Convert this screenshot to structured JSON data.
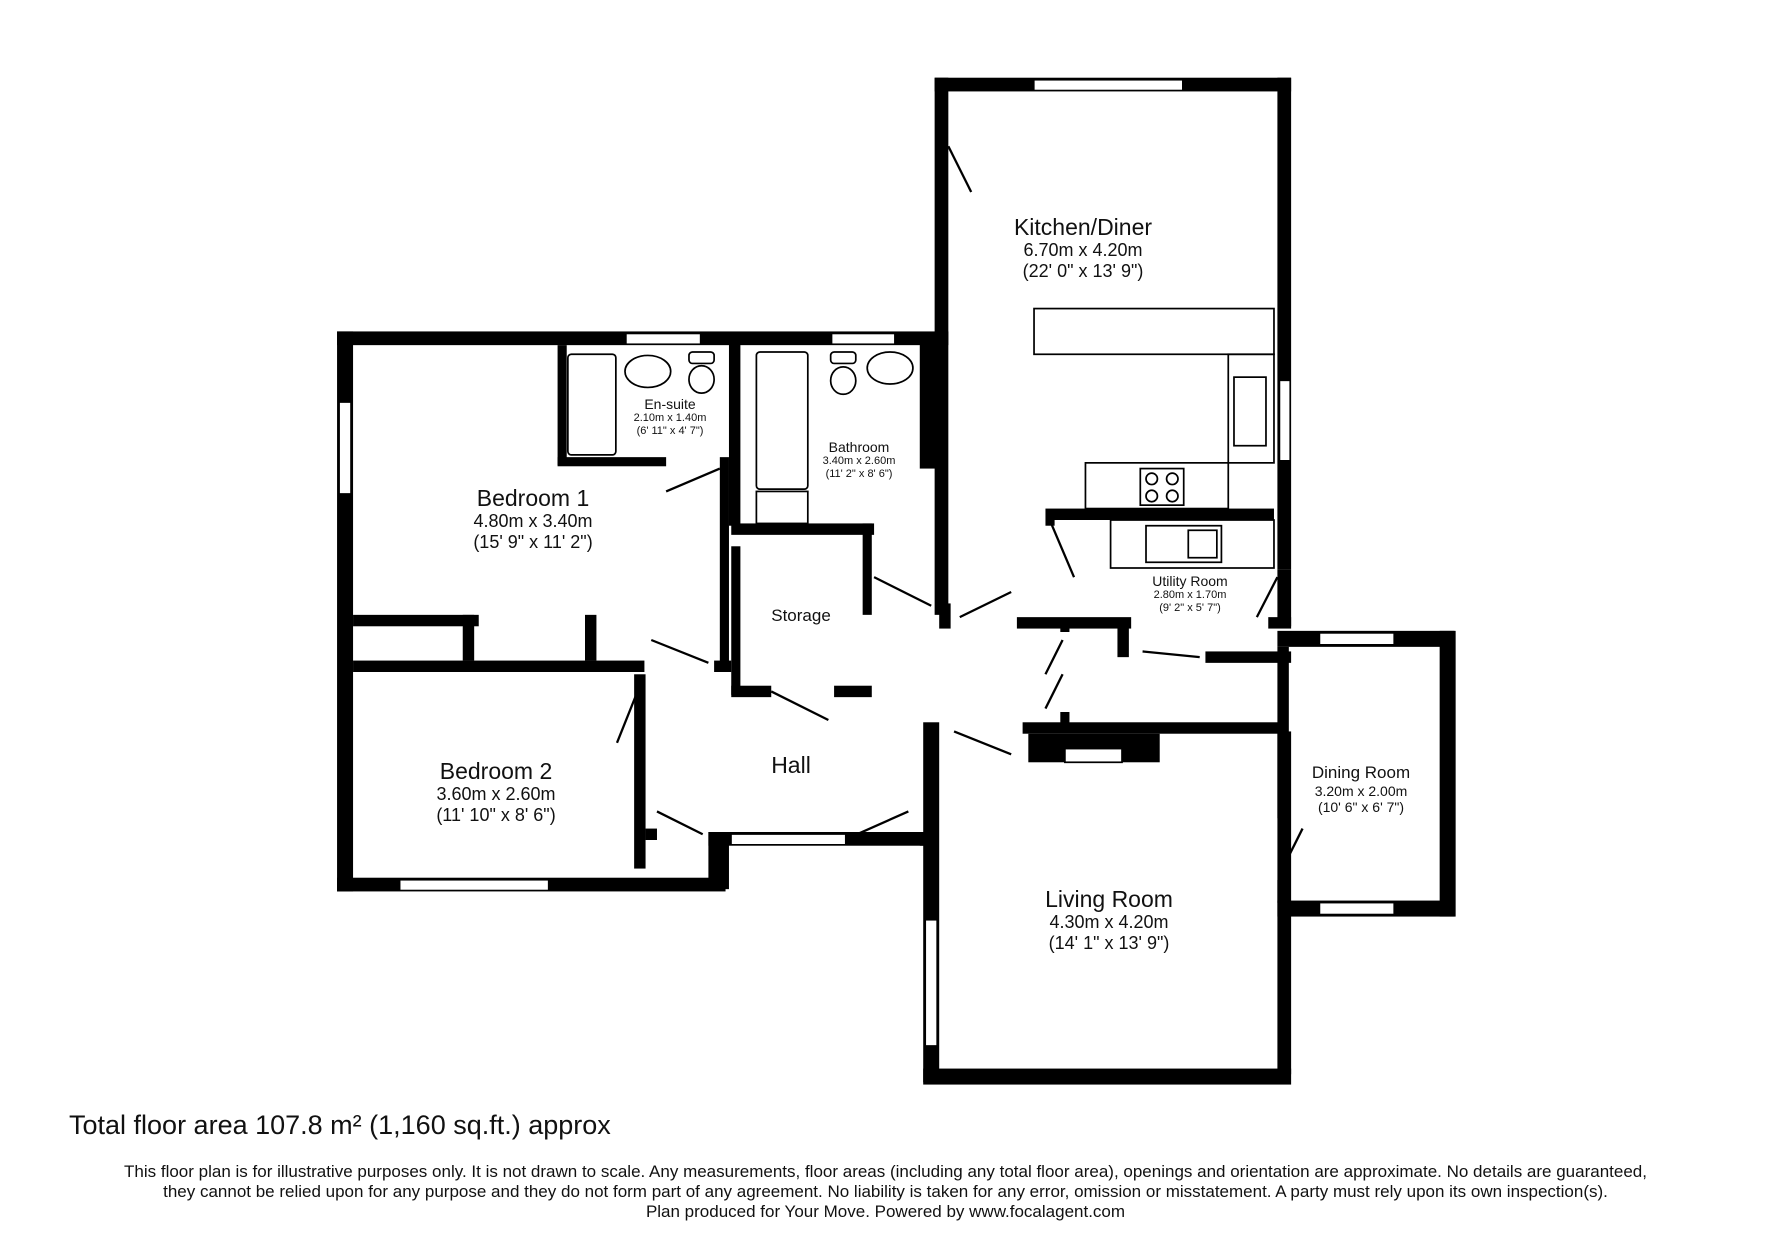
{
  "rooms": {
    "kitchen": {
      "name": "Kitchen/Diner",
      "metric": "6.70m x 4.20m",
      "imperial": "(22' 0\" x 13' 9\")"
    },
    "ensuite": {
      "name": "En-suite",
      "metric": "2.10m x 1.40m",
      "imperial": "(6' 11\" x 4' 7\")"
    },
    "bathroom": {
      "name": "Bathroom",
      "metric": "3.40m x 2.60m",
      "imperial": "(11' 2\" x 8' 6\")"
    },
    "bedroom1": {
      "name": "Bedroom 1",
      "metric": "4.80m x 3.40m",
      "imperial": "(15' 9\" x 11' 2\")"
    },
    "storage": {
      "name": "Storage"
    },
    "utility": {
      "name": "Utility Room",
      "metric": "2.80m x 1.70m",
      "imperial": "(9' 2\" x 5' 7\")"
    },
    "bedroom2": {
      "name": "Bedroom 2",
      "metric": "3.60m x 2.60m",
      "imperial": "(11' 10\" x 8' 6\")"
    },
    "hall": {
      "name": "Hall"
    },
    "dining": {
      "name": "Dining Room",
      "metric": "3.20m x 2.00m",
      "imperial": "(10' 6\" x 6' 7\")"
    },
    "living": {
      "name": "Living Room",
      "metric": "4.30m x 4.20m",
      "imperial": "(14' 1\" x 13' 9\")"
    }
  },
  "footer": {
    "total_area": "Total floor area 107.8 m² (1,160 sq.ft.) approx",
    "disclaimer_1": "This floor plan is for illustrative purposes only. It is not drawn to scale. Any measurements, floor areas (including any total floor area), openings and orientation are approximate. No details are guaranteed,",
    "disclaimer_2": "they cannot be relied upon for any purpose and they do not form part of any agreement. No liability is taken for any error, omission or misstatement. A party must rely upon its own inspection(s).",
    "disclaimer_3": "Plan produced for Your Move. Powered by www.focalagent.com"
  }
}
